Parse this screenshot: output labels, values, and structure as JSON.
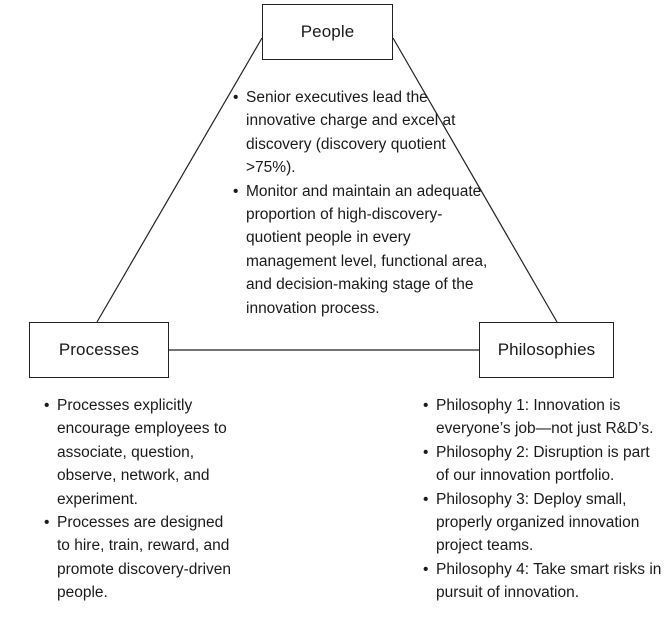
{
  "people": {
    "title": "People",
    "items": [
      "Senior executives lead the innovative charge and excel at discovery (discovery quotient >75%).",
      "Monitor and maintain an adequate proportion of high-discovery-quotient people in every management level, functional area, and decision-making stage of the innovation process."
    ]
  },
  "processes": {
    "title": "Processes",
    "items": [
      "Processes explicitly encourage employees to associate, question, observe, network, and experiment.",
      "Processes are designed to hire, train, reward, and promote discovery-driven people."
    ]
  },
  "philosophies": {
    "title": "Philosophies",
    "items": [
      "Philosophy 1: Innovation is everyone’s job—not just R&D’s.",
      "Philosophy 2: Disruption is part of our innovation portfolio.",
      "Philosophy 3: Deploy small, properly organized innovation project teams.",
      "Philosophy 4: Take smart risks in pursuit of innovation."
    ]
  },
  "colors": {
    "line": "#222222",
    "text": "#1a1a1a",
    "background": "#ffffff"
  }
}
